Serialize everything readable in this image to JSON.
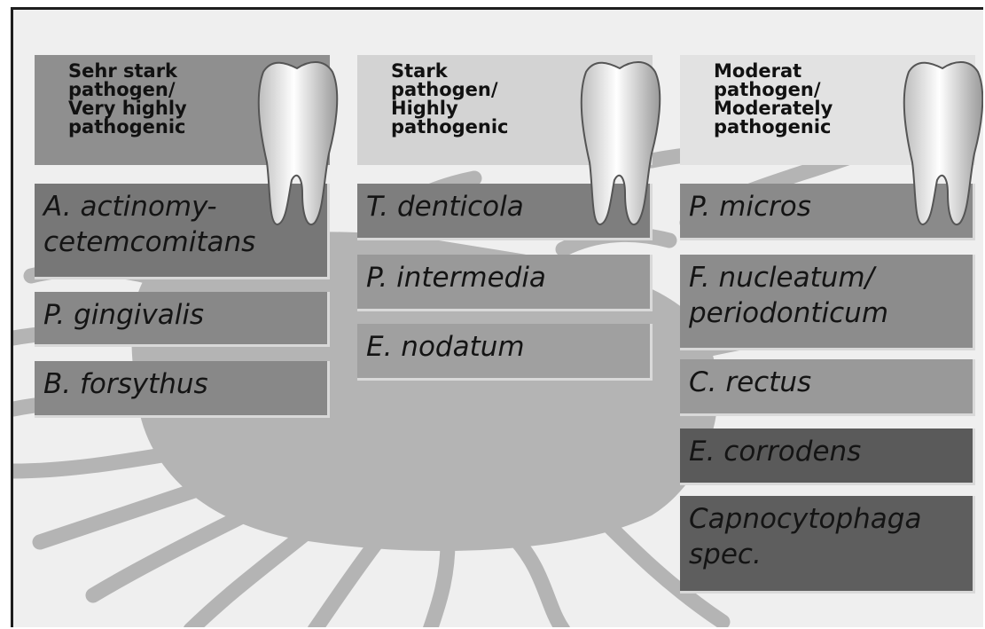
{
  "columns": [
    {
      "header": [
        "Sehr stark",
        "pathogen/",
        "Very highly",
        "pathogenic"
      ],
      "header_color": "#8f8f8f",
      "species": [
        {
          "lines": [
            "A. actinomy-",
            "cetemcomitans"
          ],
          "color": "#777777"
        },
        {
          "lines": [
            "P. gingivalis"
          ],
          "color": "#888888"
        },
        {
          "lines": [
            "B. forsythus"
          ],
          "color": "#888888"
        }
      ]
    },
    {
      "header": [
        "Stark",
        "pathogen/",
        "Highly",
        "pathogenic"
      ],
      "header_color": "#d3d3d3",
      "species": [
        {
          "lines": [
            "T. denticola"
          ],
          "color": "#7e7e7e"
        },
        {
          "lines": [
            "P. intermedia"
          ],
          "color": "#999999"
        },
        {
          "lines": [
            "E. nodatum"
          ],
          "color": "#a0a0a0"
        }
      ]
    },
    {
      "header": [
        "Moderat",
        "pathogen/",
        "Moderately",
        "pathogenic"
      ],
      "header_color": "#e2e2e2",
      "species": [
        {
          "lines": [
            "P. micros"
          ],
          "color": "#8a8a8a"
        },
        {
          "lines": [
            "F. nucleatum/",
            "periodonticum"
          ],
          "color": "#8c8c8c"
        },
        {
          "lines": [
            "C. rectus"
          ],
          "color": "#999999"
        },
        {
          "lines": [
            "E. corrodens"
          ],
          "color": "#5a5a5a"
        },
        {
          "lines": [
            "Capnocytophaga",
            "spec."
          ],
          "color": "#5e5e5e"
        }
      ]
    }
  ],
  "icons": {
    "tooth": "tooth-icon",
    "background": "bacterium-silhouette"
  },
  "colors": {
    "panel_bg": "#efefef",
    "bacterium": "#b4b4b4",
    "border": "#1e1e1e"
  }
}
